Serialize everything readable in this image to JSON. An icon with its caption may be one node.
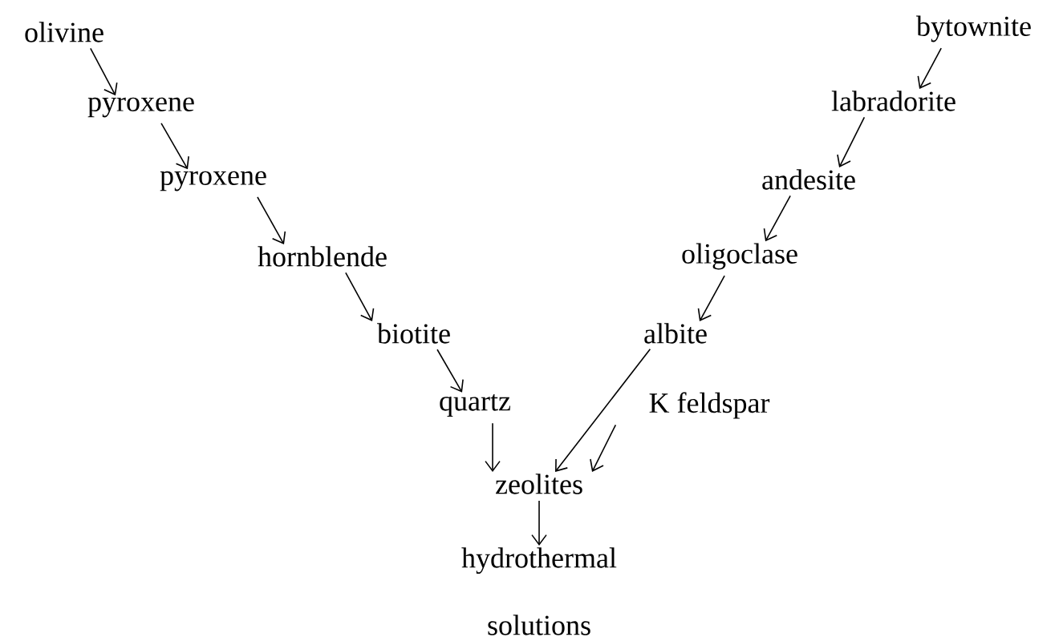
{
  "diagram": {
    "nodes": [
      {
        "text": [
          "olivine"
        ]
      },
      {
        "text": [
          "bytownite"
        ]
      },
      {
        "text": [
          "pyroxene"
        ]
      },
      {
        "text": [
          "labradorite"
        ]
      },
      {
        "text": [
          "pyroxene"
        ]
      },
      {
        "text": [
          "andesite"
        ]
      },
      {
        "text": [
          "hornblende"
        ]
      },
      {
        "text": [
          "oligoclase"
        ]
      },
      {
        "text": [
          "biotite"
        ]
      },
      {
        "text": [
          "albite"
        ]
      },
      {
        "text": [
          "quartz"
        ]
      },
      {
        "text": [
          "K feldspar"
        ]
      },
      {
        "text": [
          "zeolites"
        ]
      },
      {
        "text": [
          "hydrothermal solutions"
        ]
      }
    ],
    "edges": [
      {
        "from": 0,
        "to": 2,
        "arrow": "to"
      },
      {
        "from": 2,
        "to": 4,
        "arrow": "to"
      },
      {
        "from": 4,
        "to": 6,
        "arrow": "to"
      },
      {
        "from": 6,
        "to": 8,
        "arrow": "to"
      },
      {
        "from": 8,
        "to": 10,
        "arrow": "to"
      },
      {
        "from": 10,
        "to": 12,
        "arrow": "to"
      },
      {
        "from": 1,
        "to": 3,
        "arrow": "to"
      },
      {
        "from": 3,
        "to": 5,
        "arrow": "to"
      },
      {
        "from": 5,
        "to": 7,
        "arrow": "to"
      },
      {
        "from": 7,
        "to": 9,
        "arrow": "to"
      },
      {
        "from": 9,
        "to": 12,
        "arrow": "to"
      },
      {
        "from": 11,
        "to": 12,
        "arrow": "to"
      },
      {
        "from": 12,
        "to": 13,
        "arrow": "to"
      }
    ]
  }
}
